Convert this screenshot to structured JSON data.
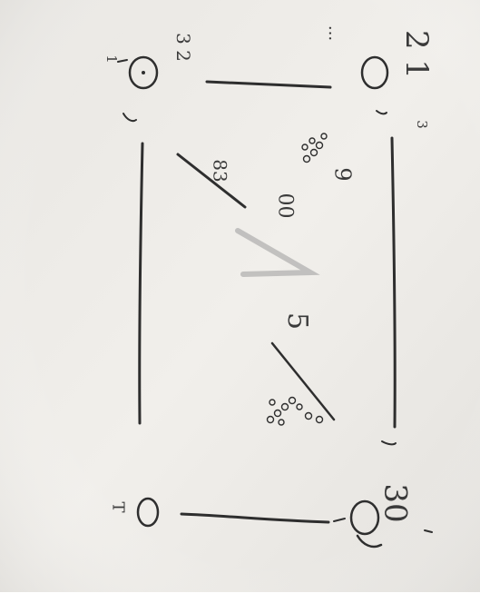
{
  "sketch": {
    "marks": {
      "top_left_sup": "1",
      "top_left_numbers": "3 2",
      "top_right_ellipsis": "...",
      "top_right_numbers": "2 1",
      "top_right_sup": "3",
      "right_number": "9",
      "diag_label_upper": "83",
      "mid_label": "00",
      "center_number": "5",
      "bottom_right_number": "30",
      "bottom_left_label": "T"
    }
  }
}
